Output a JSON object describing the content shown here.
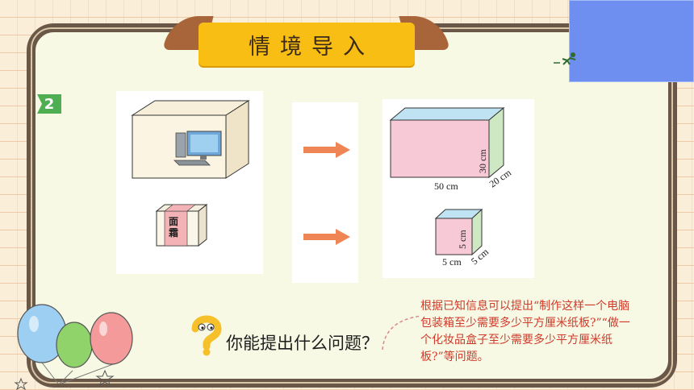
{
  "header": {
    "title": "情境导入"
  },
  "example_number": "2",
  "box_large": {
    "length": "50 cm",
    "width": "20 cm",
    "height": "30 cm"
  },
  "box_small": {
    "length": "5 cm",
    "width": "5 cm",
    "height": "5 cm"
  },
  "small_box_label": "面霜",
  "prompt_question": "你能提出什么问题？",
  "hint_text": "根据已知信息可以提出“制作这样一个电脑包装箱至少需要多少平方厘米纸板?”“做一个化妆品盒子至少需要多少平方厘米纸板?”等问题。",
  "colors": {
    "banner": "#f9be13",
    "frame": "#6b5748",
    "hint": "#cf3a2a",
    "badge": "#4fae52",
    "arrow": "#ef8454"
  }
}
